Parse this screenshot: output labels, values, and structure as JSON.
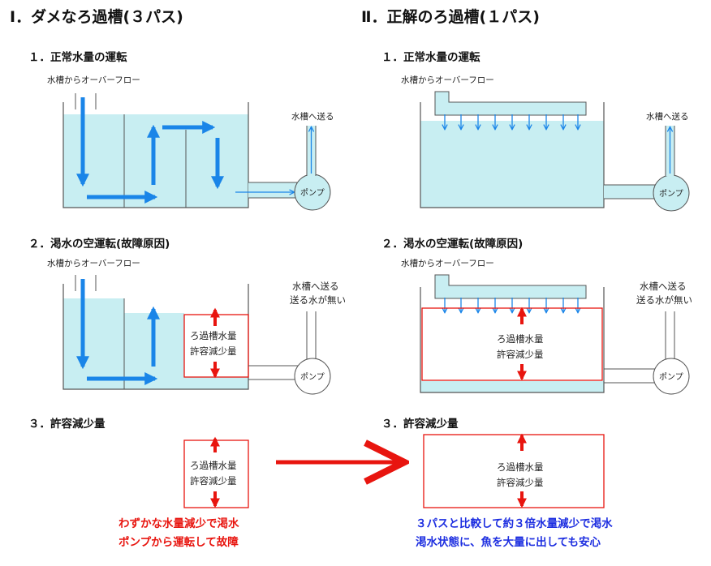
{
  "colors": {
    "water": "#c8eef2",
    "arrow": "#1a85e8",
    "red": "#e8150f",
    "line": "#555555",
    "blue_text": "#1d2ee0"
  },
  "left": {
    "title": "Ⅰ．ダメなろ過槽(３パス)",
    "s1": {
      "heading": "１．正常水量の運転",
      "overflow": "水槽からオーバーフロー",
      "send": "水槽へ送る",
      "pump": "ポンプ"
    },
    "s2": {
      "heading": "２．渇水の空運転(故障原因)",
      "overflow": "水槽からオーバーフロー",
      "send": "水槽へ送る",
      "no_water": "送る水が無い",
      "pump": "ポンプ",
      "box_line1": "ろ過槽水量",
      "box_line2": "許容減少量"
    },
    "s3": {
      "heading": "３．許容減少量",
      "box_line1": "ろ過槽水量",
      "box_line2": "許容減少量",
      "caption_line1": "わずかな水量減少で渇水",
      "caption_line2": "ポンプから運転して故障"
    }
  },
  "right": {
    "title": "Ⅱ．正解のろ過槽(１パス)",
    "s1": {
      "heading": "１．正常水量の運転",
      "overflow": "水槽からオーバーフロー",
      "send": "水槽へ送る",
      "pump": "ポンプ"
    },
    "s2": {
      "heading": "２．渇水の空運転(故障原因)",
      "overflow": "水槽からオーバーフロー",
      "send": "水槽へ送る",
      "no_water": "送る水が無い",
      "pump": "ポンプ",
      "box_line1": "ろ過槽水量",
      "box_line2": "許容減少量"
    },
    "s3": {
      "heading": "３．許容減少量",
      "box_line1": "ろ過槽水量",
      "box_line2": "許容減少量",
      "caption_line1": "３パスと比較して約３倍水量減少で渇水",
      "caption_line2": "渇水状態に、魚を大量に出しても安心"
    }
  }
}
